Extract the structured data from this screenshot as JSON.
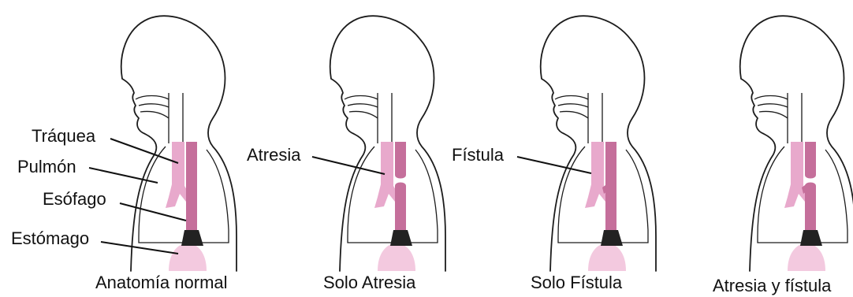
{
  "colors": {
    "trachea": "#e8a9cc",
    "esophagus": "#c56f9b",
    "stomach": "#f3c9df",
    "sphincter": "#222222",
    "outline": "#1c1c1c"
  },
  "panels": [
    {
      "caption": "Anatomía normal",
      "variant": "normal",
      "labels": [
        "Tráquea",
        "Pulmón",
        "Esófago",
        "Estómago"
      ]
    },
    {
      "caption": "Solo Atresia",
      "variant": "atresia",
      "labels": [
        "Atresia"
      ]
    },
    {
      "caption": "Solo Fístula",
      "variant": "fistula",
      "labels": [
        "Fístula"
      ]
    },
    {
      "caption": "Atresia y fístula",
      "variant": "atresia-fistula",
      "labels": []
    }
  ]
}
